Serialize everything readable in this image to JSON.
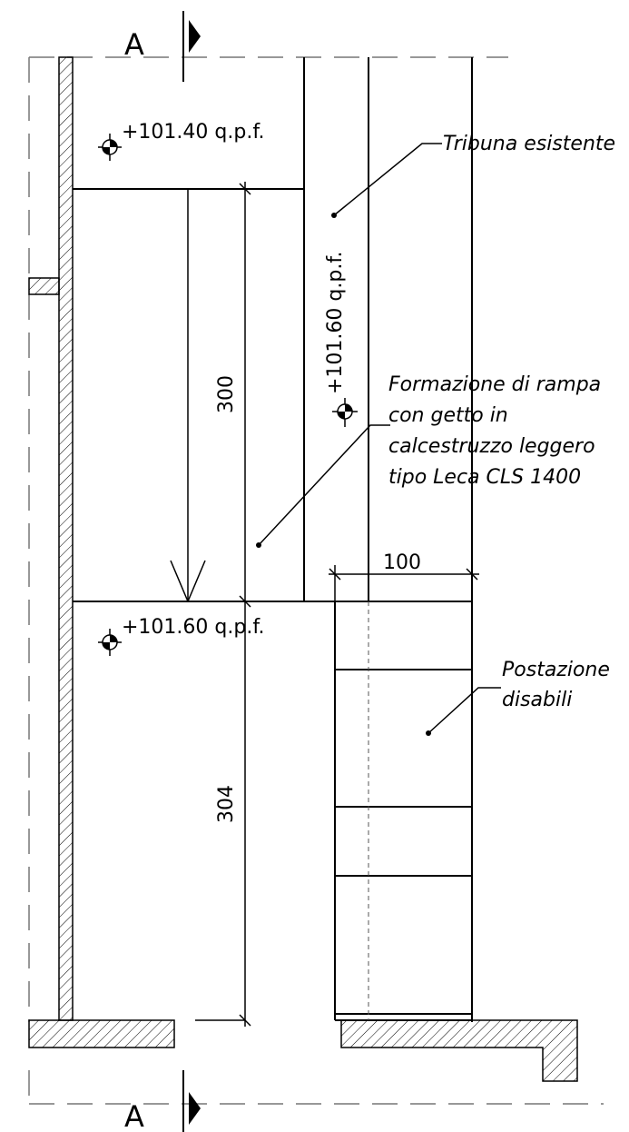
{
  "section_marks": {
    "top": "A",
    "bottom": "A"
  },
  "levels": {
    "upper": "+101.40  q.p.f.",
    "lower": "+101.60  q.p.f.",
    "ramp": "+101.60  q.p.f."
  },
  "dimensions": {
    "ramp_length": "300",
    "lower_length": "304",
    "station_width": "100"
  },
  "notes": {
    "tribuna": "Tribuna  esistente",
    "rampa": [
      "Formazione  di  rampa",
      "con  getto  in",
      "calcestruzzo  leggero",
      "tipo  Leca  CLS  1400"
    ],
    "postazione": [
      "Postazione",
      "disabili"
    ]
  }
}
